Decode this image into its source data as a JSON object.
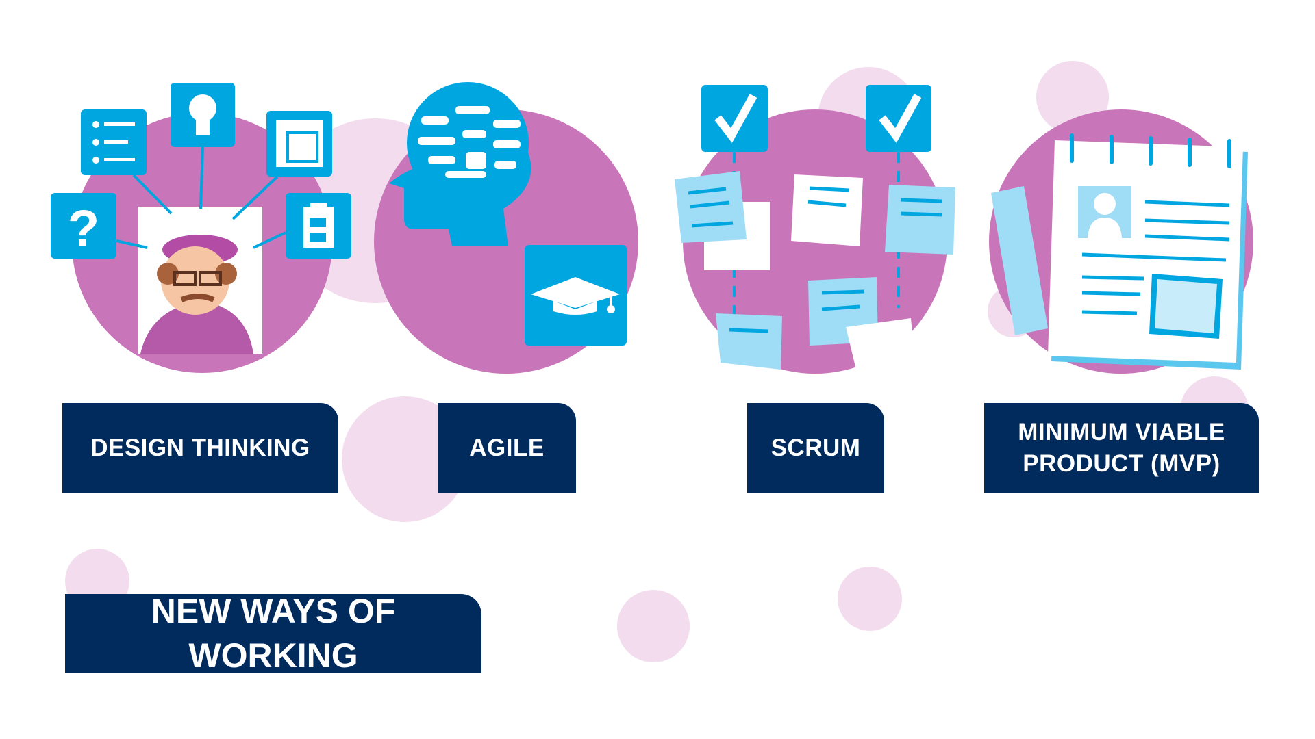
{
  "title": "NEW WAYS OF WORKING",
  "topics": [
    {
      "label": "DESIGN THINKING",
      "icon": "design-thinking-illustration"
    },
    {
      "label": "AGILE",
      "icon": "brain-head-graduation-illustration"
    },
    {
      "label": "SCRUM",
      "icon": "sticky-notes-board-illustration"
    },
    {
      "label": "MINIMUM VIABLE PRODUCT (MVP)",
      "icon": "notebook-profile-illustration"
    }
  ],
  "colors": {
    "navy": "#002b5c",
    "magenta": "#c975b9",
    "light_pink": "#f2dcee",
    "blue": "#00a6e0",
    "light_blue": "#9fdcf5"
  }
}
